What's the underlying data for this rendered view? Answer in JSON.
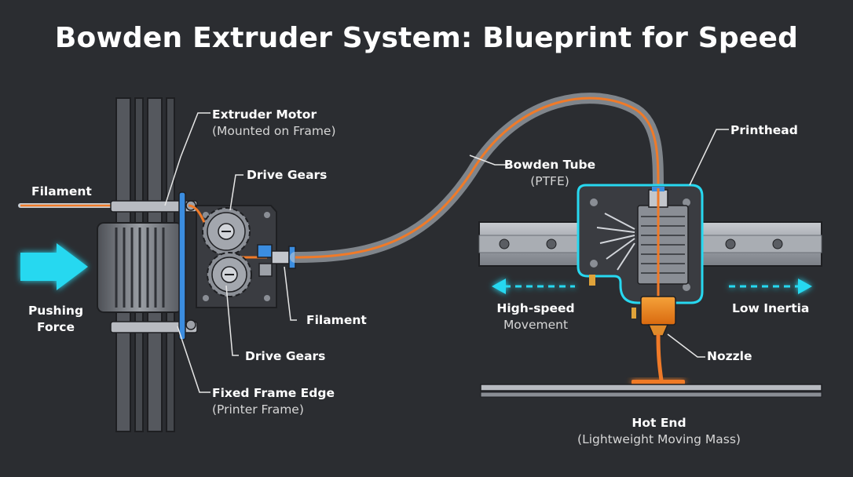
{
  "title": "Bowden Extruder System: Blueprint for Speed",
  "labels": {
    "extruder_motor": {
      "main": "Extruder Motor",
      "sub": "(Mounted on Frame)"
    },
    "drive_gears_top": {
      "main": "Drive Gears"
    },
    "drive_gears_bottom": {
      "main": "Drive Gears"
    },
    "filament_left": {
      "main": "Filament"
    },
    "filament_right": {
      "main": "Filament"
    },
    "pushing_force": {
      "line1": "Pushing",
      "line2": "Force"
    },
    "fixed_frame_edge": {
      "main": "Fixed Frame Edge",
      "sub": "(Printer Frame)"
    },
    "bowden_tube": {
      "main": "Bowden Tube",
      "sub": "(PTFE)"
    },
    "printhead": {
      "main": "Printhead"
    },
    "high_speed": {
      "main": "High-speed",
      "sub": "Movement"
    },
    "low_inertia": {
      "main": "Low Inertia"
    },
    "nozzle": {
      "main": "Nozzle"
    },
    "hot_end": {
      "main": "Hot End",
      "sub": "(Lightweight Moving Mass)"
    }
  },
  "colors": {
    "background": "#2b2d31",
    "accent_cyan": "#27d8f0",
    "filament_orange": "#f07a28",
    "frame_gray": "#6b6f76",
    "heater_block": "#f08a1c"
  }
}
